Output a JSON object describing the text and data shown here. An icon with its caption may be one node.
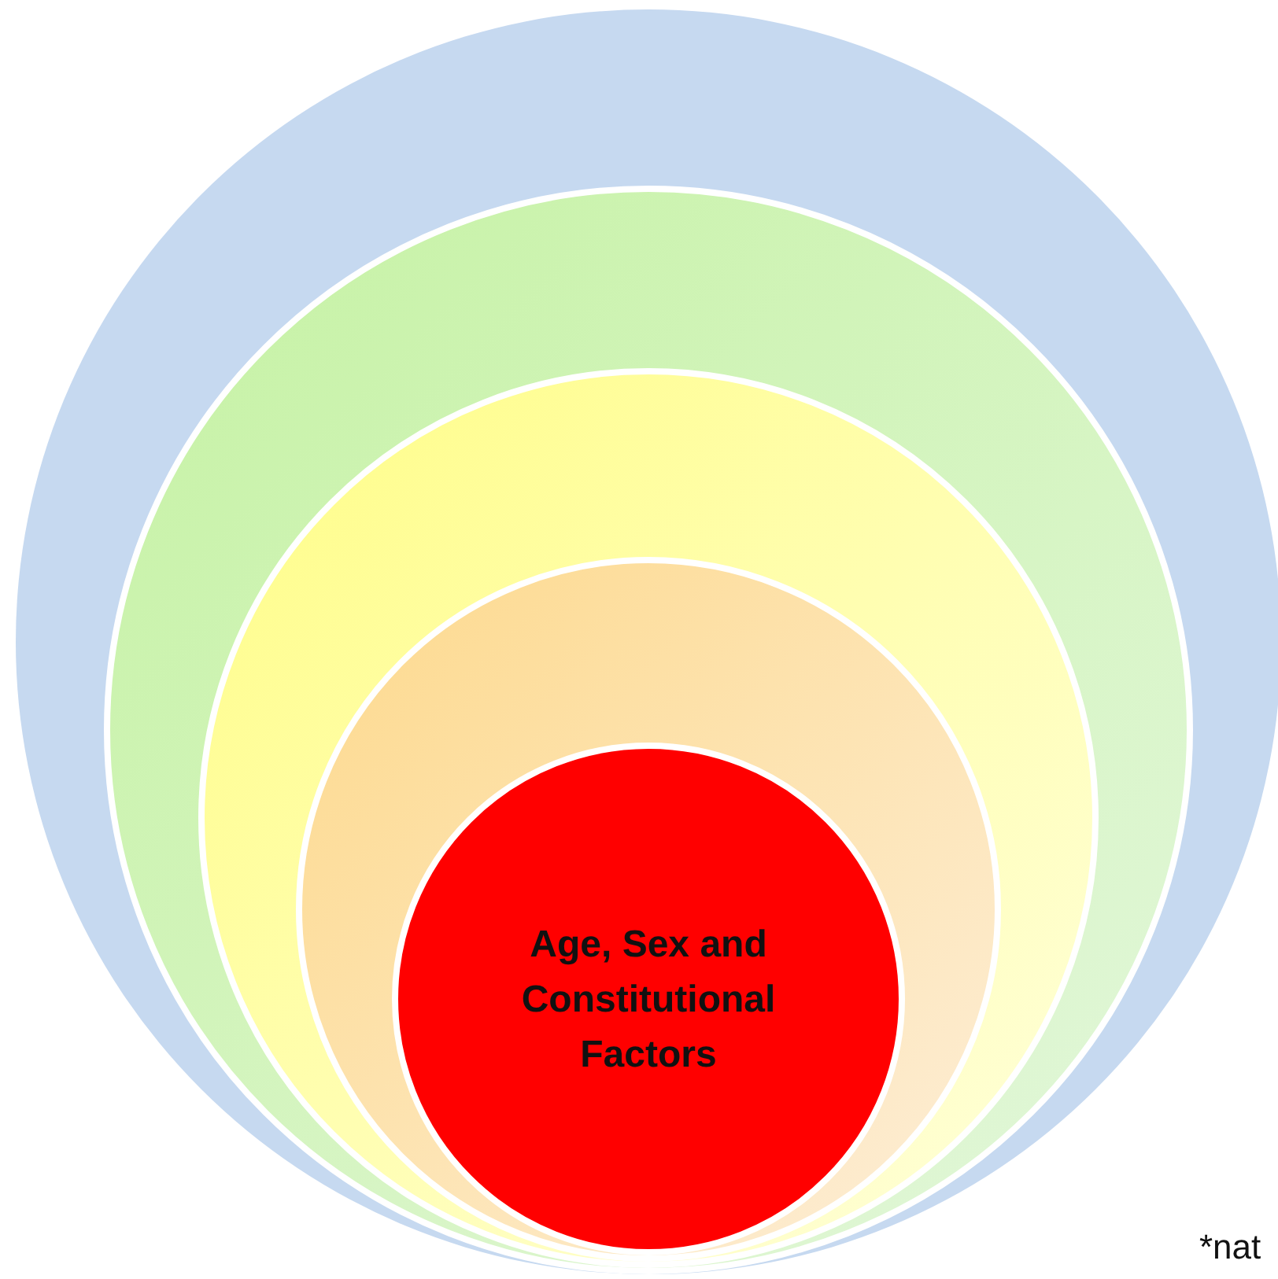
{
  "diagram": {
    "nodes": [
      {
        "text": [],
        "shape": "circle"
      },
      {
        "text": [],
        "shape": "circle",
        "in": 0
      },
      {
        "text": [],
        "shape": "circle",
        "in": 1
      },
      {
        "text": [],
        "shape": "circle",
        "in": 2
      },
      {
        "text": [
          "Age, Sex and Constitutional Factors"
        ],
        "in": 3
      }
    ],
    "labels": [
      "*nat"
    ]
  }
}
